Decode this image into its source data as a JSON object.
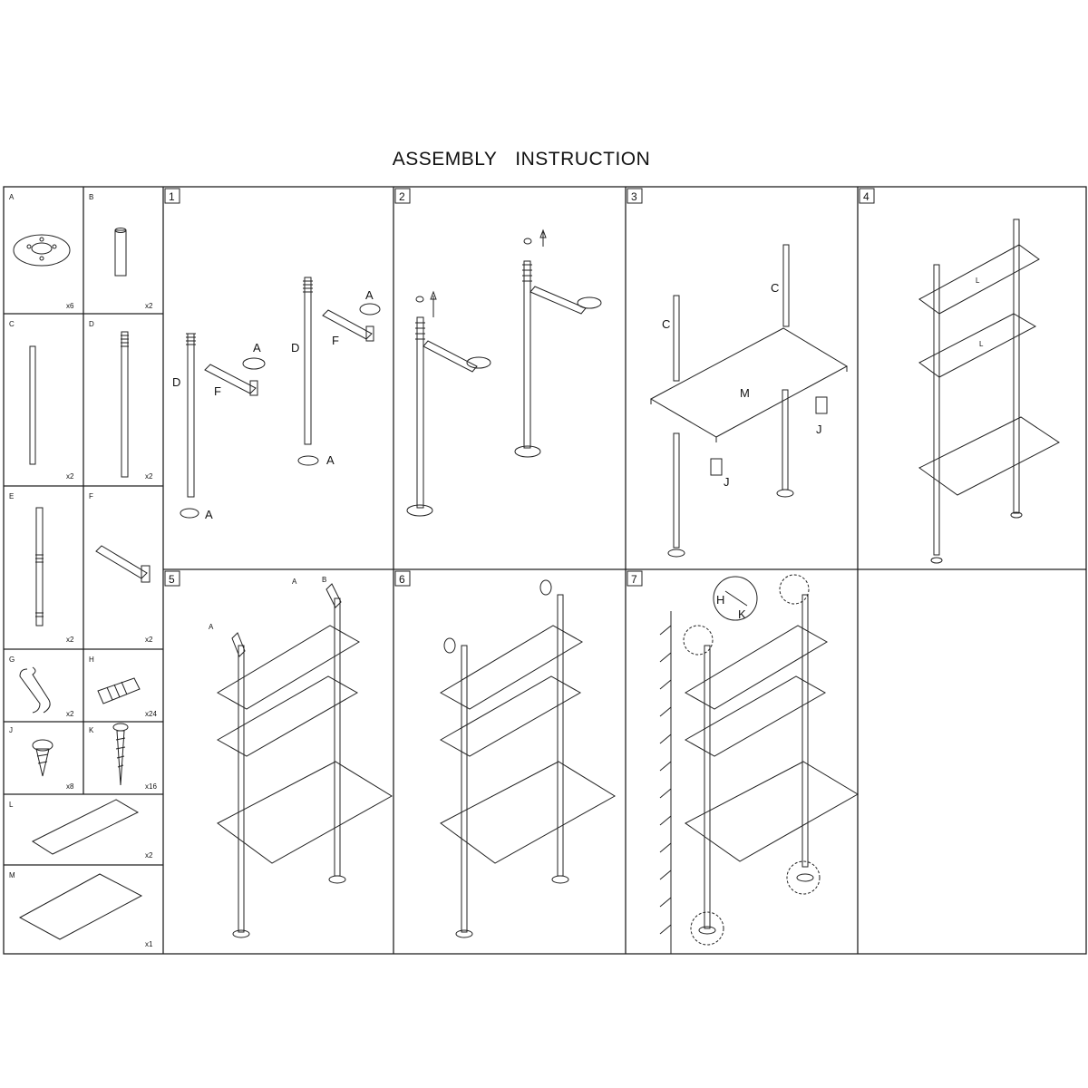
{
  "title": "ASSEMBLY   INSTRUCTION",
  "parts": [
    {
      "id": "A",
      "qty": "x6"
    },
    {
      "id": "B",
      "qty": "x2"
    },
    {
      "id": "C",
      "qty": "x2"
    },
    {
      "id": "D",
      "qty": "x2"
    },
    {
      "id": "E",
      "qty": "x2"
    },
    {
      "id": "F",
      "qty": "x2"
    },
    {
      "id": "G",
      "qty": "x2"
    },
    {
      "id": "H",
      "qty": "x24"
    },
    {
      "id": "J",
      "qty": "x8"
    },
    {
      "id": "K",
      "qty": "x16"
    },
    {
      "id": "L",
      "qty": "x2"
    },
    {
      "id": "M",
      "qty": "x1"
    }
  ],
  "steps": [
    "1",
    "2",
    "3",
    "4",
    "5",
    "6",
    "7"
  ],
  "callouts": {
    "D": "D",
    "F": "F",
    "A": "A",
    "C": "C",
    "M": "M",
    "J": "J",
    "L": "L",
    "H": "H",
    "K": "K",
    "B": "B"
  }
}
